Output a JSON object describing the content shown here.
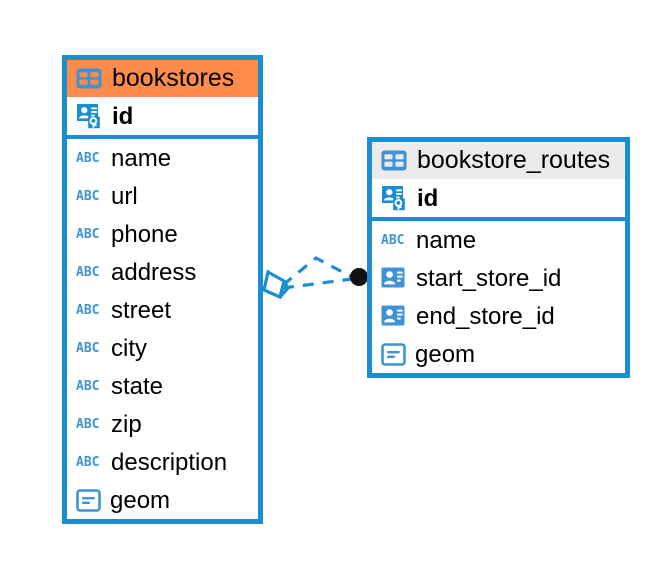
{
  "diagram": {
    "kind": "entity-relationship-diagram",
    "background": "#ffffff",
    "accent_color": "#1b8ed2",
    "highlight_color": "#fd8b49",
    "neutral_header_color": "#ebebeb"
  },
  "tables": [
    {
      "name": "bookstores",
      "header_color": "#fd8b49",
      "selected": true,
      "fields": [
        {
          "name": "id",
          "icon": "primary-key-icon",
          "kind": "pk"
        },
        {
          "name": "name",
          "icon": "abc-icon",
          "kind": "text"
        },
        {
          "name": "url",
          "icon": "abc-icon",
          "kind": "text"
        },
        {
          "name": "phone",
          "icon": "abc-icon",
          "kind": "text"
        },
        {
          "name": "address",
          "icon": "abc-icon",
          "kind": "text"
        },
        {
          "name": "street",
          "icon": "abc-icon",
          "kind": "text"
        },
        {
          "name": "city",
          "icon": "abc-icon",
          "kind": "text"
        },
        {
          "name": "state",
          "icon": "abc-icon",
          "kind": "text"
        },
        {
          "name": "zip",
          "icon": "abc-icon",
          "kind": "text"
        },
        {
          "name": "description",
          "icon": "abc-icon",
          "kind": "text"
        },
        {
          "name": "geom",
          "icon": "geometry-icon",
          "kind": "geometry"
        }
      ]
    },
    {
      "name": "bookstore_routes",
      "header_color": "#ebebeb",
      "selected": false,
      "fields": [
        {
          "name": "id",
          "icon": "primary-key-icon",
          "kind": "pk"
        },
        {
          "name": "name",
          "icon": "abc-icon",
          "kind": "text"
        },
        {
          "name": "start_store_id",
          "icon": "foreign-key-icon",
          "kind": "fk"
        },
        {
          "name": "end_store_id",
          "icon": "foreign-key-icon",
          "kind": "fk"
        },
        {
          "name": "geom",
          "icon": "geometry-icon",
          "kind": "geometry"
        }
      ]
    }
  ],
  "relationship": {
    "style": "dashed",
    "color": "#1b8ed2",
    "source_endpoint": "crow-foot-diamond",
    "target_endpoint": "filled-circle",
    "target_endpoint_color": "#111111"
  },
  "icon_glyphs": {
    "abc": "ABC"
  }
}
